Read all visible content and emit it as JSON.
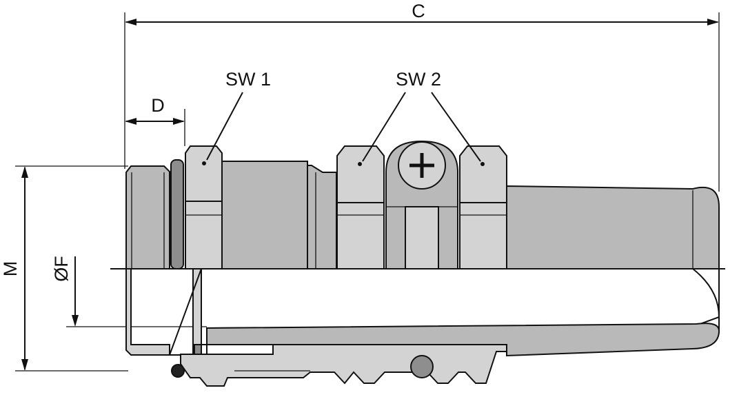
{
  "labels": {
    "c": "C",
    "d": "D",
    "sw1": "SW 1",
    "sw2": "SW 2",
    "m": "M",
    "f": "ØF"
  },
  "colors": {
    "body": "#b9b9b9",
    "light": "#d3d3d3",
    "dark": "#8e8e8e",
    "line": "#111111"
  }
}
